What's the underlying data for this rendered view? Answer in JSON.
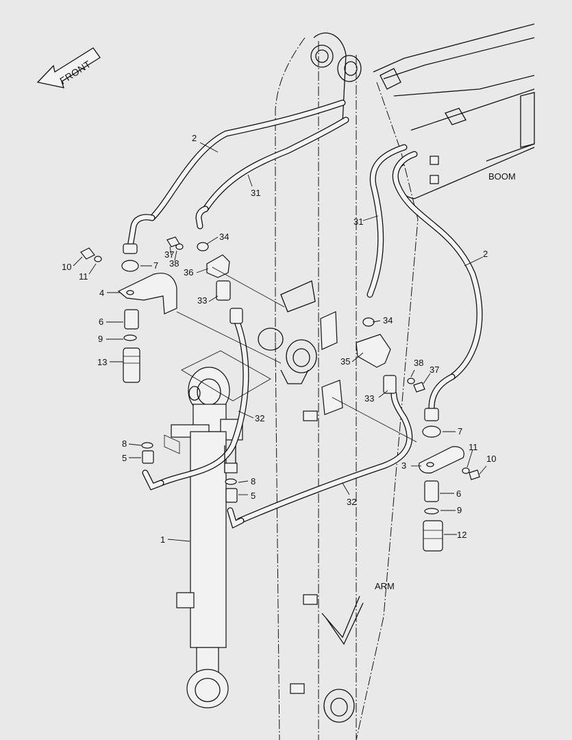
{
  "diagram": {
    "direction_label": "FRONT",
    "region_labels": {
      "boom": "BOOM",
      "arm": "ARM"
    },
    "callouts": {
      "c1": "1",
      "c2a": "2",
      "c2b": "2",
      "c3": "3",
      "c4": "4",
      "c5a": "5",
      "c5b": "5",
      "c6a": "6",
      "c6b": "6",
      "c7a": "7",
      "c7b": "7",
      "c8a": "8",
      "c8b": "8",
      "c9a": "9",
      "c9b": "9",
      "c10a": "10",
      "c10b": "10",
      "c11a": "11",
      "c11b": "11",
      "c12": "12",
      "c13": "13",
      "c31a": "31",
      "c31b": "31",
      "c32a": "32",
      "c32b": "32",
      "c33a": "33",
      "c33b": "33",
      "c34a": "34",
      "c34b": "34",
      "c35": "35",
      "c36": "36",
      "c37a": "37",
      "c37b": "37",
      "c38a": "38",
      "c38b": "38"
    }
  }
}
